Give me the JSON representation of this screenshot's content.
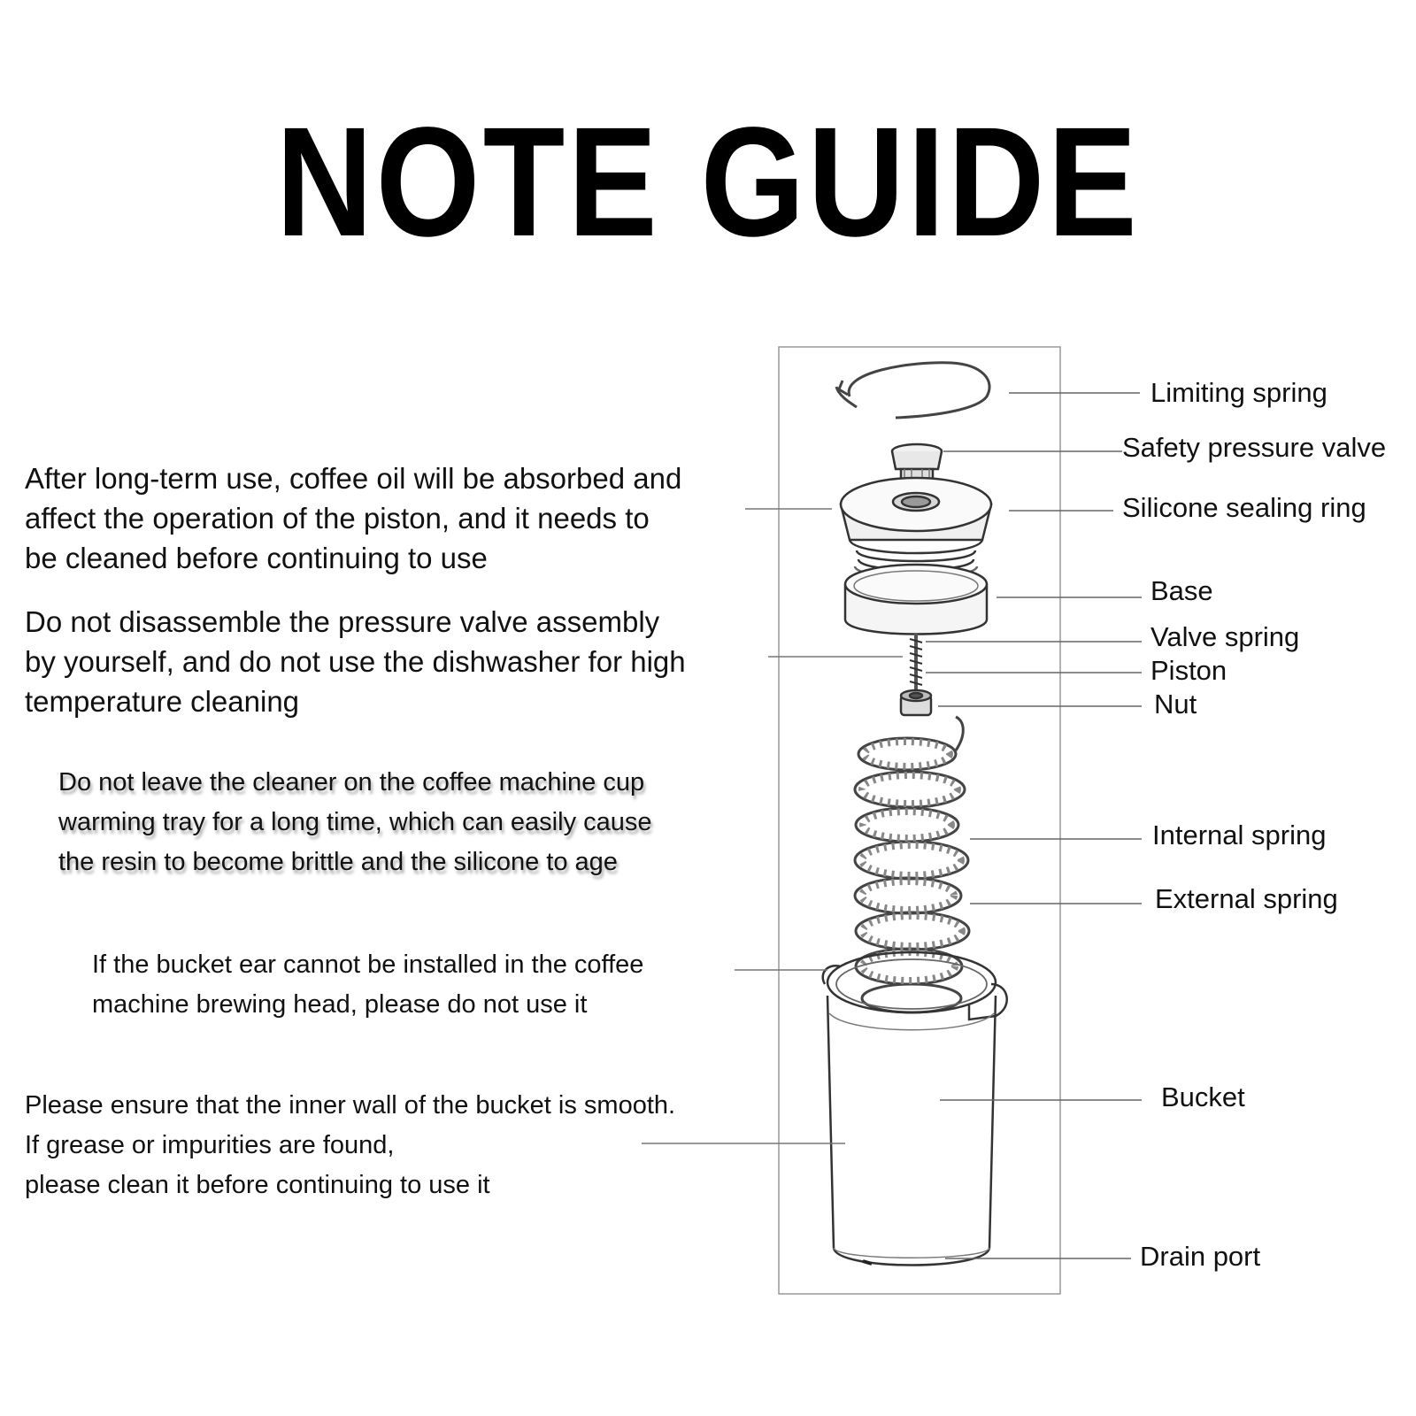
{
  "title": "NOTE GUIDE",
  "notes": [
    {
      "lines": [
        "After long-term use, coffee oil will be absorbed and",
        "affect the operation of the piston, and it needs to",
        "be cleaned before continuing to use"
      ]
    },
    {
      "lines": [
        "Do not disassemble the pressure valve assembly",
        "by yourself, and do not use the dishwasher for high",
        "temperature cleaning"
      ]
    },
    {
      "lines": [
        "Do not leave the cleaner on the coffee machine cup",
        "warming tray for a long time, which can easily cause",
        "the resin to become brittle and the silicone to age"
      ]
    },
    {
      "lines": [
        "If the bucket ear cannot be installed in the coffee",
        "machine brewing head, please do not use it"
      ]
    },
    {
      "lines": [
        "Please ensure that the inner wall of the bucket is smooth.",
        "If grease or impurities are found,",
        "please clean it before continuing to use it"
      ]
    }
  ],
  "parts": [
    {
      "id": "limiting-spring",
      "label": "Limiting spring"
    },
    {
      "id": "safety-pressure-valve",
      "label": "Safety pressure valve"
    },
    {
      "id": "silicone-sealing-ring",
      "label": "Silicone sealing ring"
    },
    {
      "id": "base",
      "label": "Base"
    },
    {
      "id": "valve-spring",
      "label": "Valve spring"
    },
    {
      "id": "piston",
      "label": "Piston"
    },
    {
      "id": "nut",
      "label": "Nut"
    },
    {
      "id": "internal-spring",
      "label": "Internal spring"
    },
    {
      "id": "external-spring",
      "label": "External spring"
    },
    {
      "id": "bucket",
      "label": "Bucket"
    },
    {
      "id": "drain-port",
      "label": "Drain port"
    }
  ]
}
